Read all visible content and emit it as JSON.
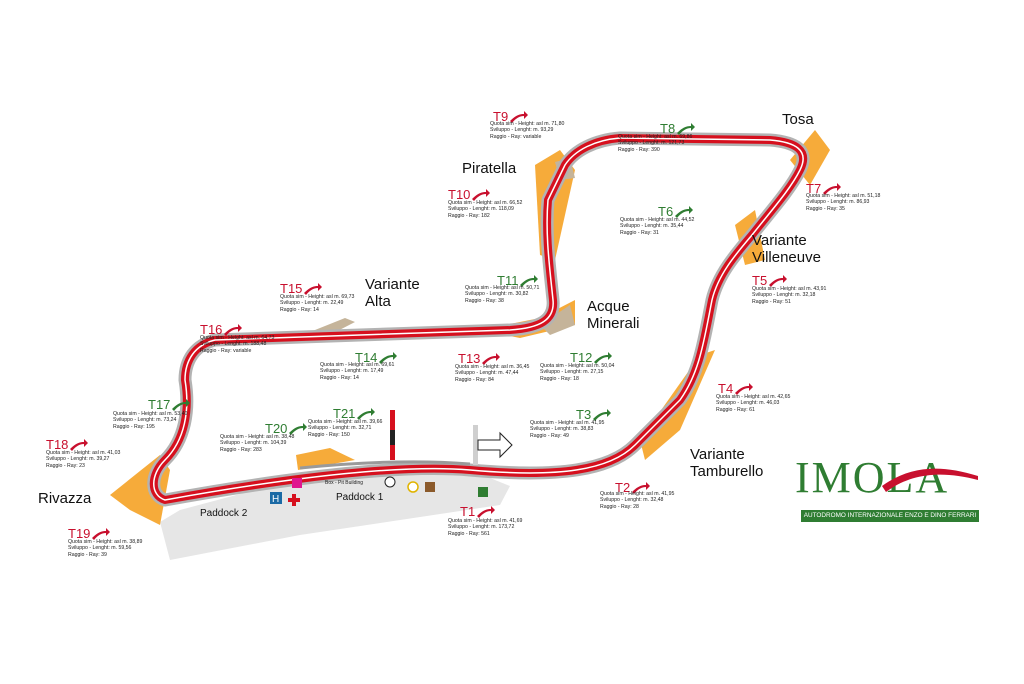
{
  "places": {
    "tosa": "Tosa",
    "piratella": "Piratella",
    "variante_villeneuve": "Variante\nVilleneuve",
    "acque_minerali": "Acque\nMinerali",
    "variante_alta": "Variante\nAlta",
    "variante_tamburello": "Variante\nTamburello",
    "rivazza": "Rivazza"
  },
  "paddock": {
    "paddock1": "Paddock 1",
    "paddock2": "Paddock 2",
    "pit_building": "Box - Pit Building",
    "hospital_sign": "H"
  },
  "logo": {
    "name": "IMOLA",
    "subtitle": "AUTODROMO INTERNAZIONALE ENZO E DINO FERRARI"
  },
  "colors": {
    "track": "#d6101e",
    "runoff": "#f6ab3a",
    "gravel": "#c5b49a",
    "paddock": "#e6e6e6",
    "red_label": "#c8102e",
    "green_label": "#2f7d32"
  },
  "turns": {
    "t1": {
      "name": "T1",
      "color": "red",
      "h": "Quota sim - Height: asl m. 41,69",
      "s": "Sviluppo - Lenght: m. 173,72",
      "r": "Raggio - Ray: 561"
    },
    "t2": {
      "name": "T2",
      "color": "red",
      "h": "Quota sim - Height: asl m. 41,95",
      "s": "Sviluppo - Lenght: m. 32,48",
      "r": "Raggio - Ray: 28"
    },
    "t3": {
      "name": "T3",
      "color": "green",
      "h": "Quota sim - Height: asl m. 41,95",
      "s": "Sviluppo - Lenght: m. 38,83",
      "r": "Raggio - Ray: 49"
    },
    "t4": {
      "name": "T4",
      "color": "red",
      "h": "Quota sim - Height: asl m. 42,65",
      "s": "Sviluppo - Lenght: m. 46,03",
      "r": "Raggio - Ray: 61"
    },
    "t5": {
      "name": "T5",
      "color": "red",
      "h": "Quota sim - Height: asl m. 43,91",
      "s": "Sviluppo - Lenght: m. 32,18",
      "r": "Raggio - Ray: 51"
    },
    "t6": {
      "name": "T6",
      "color": "green",
      "h": "Quota sim - Height: asl m. 44,52",
      "s": "Sviluppo - Lenght: m. 35,44",
      "r": "Raggio - Ray: 31"
    },
    "t7": {
      "name": "T7",
      "color": "red",
      "h": "Quota sim - Height: asl m. 51,18",
      "s": "Sviluppo - Lenght: m. 86,93",
      "r": "Raggio - Ray: 35"
    },
    "t8": {
      "name": "T8",
      "color": "green",
      "h": "Quota sim - Height: asl m. 69,86",
      "s": "Sviluppo - Lenght: m. 121,73",
      "r": "Raggio - Ray: 390"
    },
    "t9": {
      "name": "T9",
      "color": "red",
      "h": "Quota sim - Height: asl m. 71,80",
      "s": "Sviluppo - Lenght: m. 93,29",
      "r": "Raggio - Ray: variable"
    },
    "t10": {
      "name": "T10",
      "color": "red",
      "h": "Quota sim - Height: asl m. 66,52",
      "s": "Sviluppo - Lenght: m. 118,09",
      "r": "Raggio - Ray: 182"
    },
    "t11": {
      "name": "T11",
      "color": "green",
      "h": "Quota sim - Height: asl m. 50,71",
      "s": "Sviluppo - Lenght: m. 30,82",
      "r": "Raggio - Ray: 38"
    },
    "t12": {
      "name": "T12",
      "color": "green",
      "h": "Quota sim - Height: asl m. 50,04",
      "s": "Sviluppo - Lenght: m. 27,15",
      "r": "Raggio - Ray: 18"
    },
    "t13": {
      "name": "T13",
      "color": "red",
      "h": "Quota sim - Height: asl m. 36,45",
      "s": "Sviluppo - Lenght: m. 47,44",
      "r": "Raggio - Ray: 84"
    },
    "t14": {
      "name": "T14",
      "color": "green",
      "h": "Quota sim - Height: asl m. 69,61",
      "s": "Sviluppo - Lenght: m. 17,49",
      "r": "Raggio - Ray: 14"
    },
    "t15": {
      "name": "T15",
      "color": "red",
      "h": "Quota sim - Height: asl m. 69,73",
      "s": "Sviluppo - Lenght: m. 22,49",
      "r": "Raggio - Ray: 14"
    },
    "t16": {
      "name": "T16",
      "color": "red",
      "h": "Quota sim - Height: asl m. 64,73",
      "s": "Sviluppo - Lenght: m. 188,48",
      "r": "Raggio - Ray: variable"
    },
    "t17": {
      "name": "T17",
      "color": "green",
      "h": "Quota sim - Height: asl m. 53,40",
      "s": "Sviluppo - Lenght: m. 73,24",
      "r": "Raggio - Ray: 195"
    },
    "t18": {
      "name": "T18",
      "color": "red",
      "h": "Quota sim - Height: asl m. 41,03",
      "s": "Sviluppo - Lenght: m. 39,27",
      "r": "Raggio - Ray: 23"
    },
    "t19": {
      "name": "T19",
      "color": "red",
      "h": "Quota sim - Height: asl m. 38,89",
      "s": "Sviluppo - Lenght: m. 59,56",
      "r": "Raggio - Ray: 39"
    },
    "t20": {
      "name": "T20",
      "color": "green",
      "h": "Quota sim - Height: asl m. 38,48",
      "s": "Sviluppo - Lenght: m. 104,39",
      "r": "Raggio - Ray: 283"
    },
    "t21": {
      "name": "T21",
      "color": "green",
      "h": "Quota sim - Height: asl m. 39,66",
      "s": "Sviluppo - Lenght: m. 32,71",
      "r": "Raggio - Ray: 150"
    }
  }
}
